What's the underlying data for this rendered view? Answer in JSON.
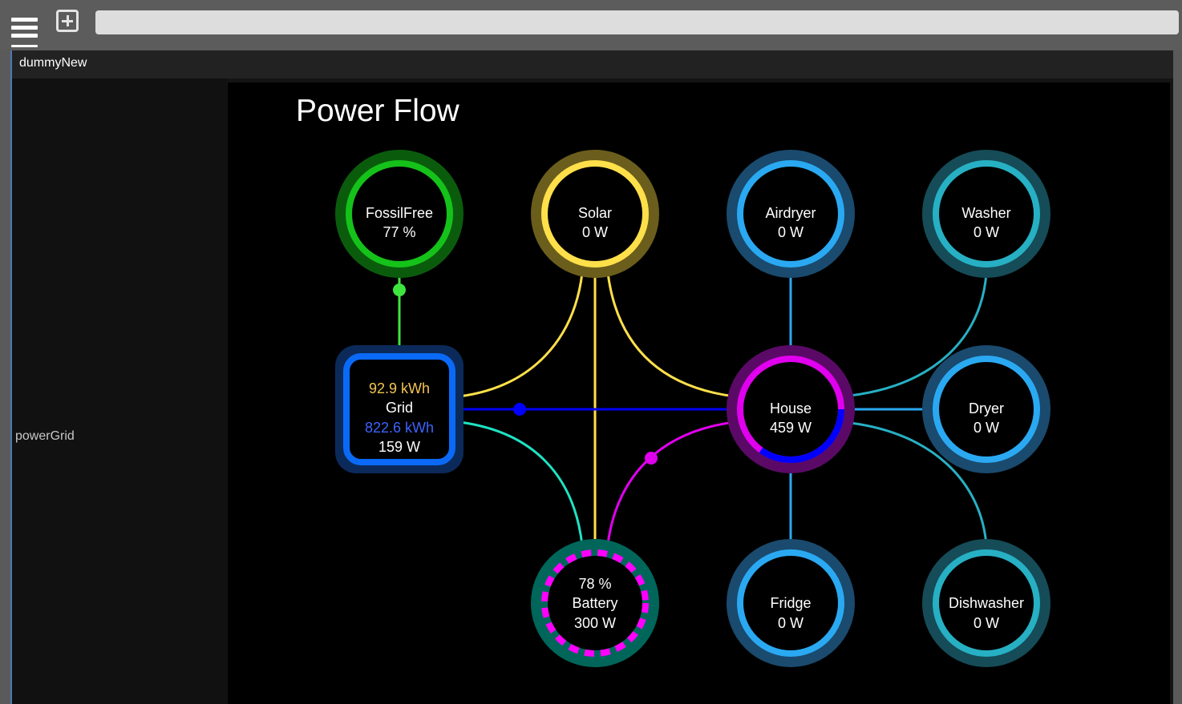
{
  "app": {
    "add_icon": "plus-square-icon",
    "menu_icon": "hamburger-menu-icon"
  },
  "url_bar": {
    "value": ""
  },
  "window": {
    "title": "dummyNew"
  },
  "sidebar": {
    "group_label": "powerGrid"
  },
  "panel": {
    "title": "Power Flow"
  },
  "colors": {
    "fossil": "#15c21a",
    "solar": "#ffe04a",
    "appliance_blue": "#2aa9f2",
    "appliance_teal": "#27b0c4",
    "grid": "#0a6af7",
    "house": "#e000ee",
    "battery_dash": "#ff00ff",
    "battery_ring": "#00665a",
    "grid_import": "#f3c452",
    "grid_export": "#3d63ff",
    "house_grid_arc": "#0000ff"
  },
  "nodes": {
    "fossilfree": {
      "label": "FossilFree",
      "value": "77 %"
    },
    "solar": {
      "label": "Solar",
      "value": "0 W"
    },
    "airdryer": {
      "label": "Airdryer",
      "value": "0 W"
    },
    "washer": {
      "label": "Washer",
      "value": "0 W"
    },
    "grid": {
      "import": "92.9 kWh",
      "label": "Grid",
      "export": "822.6 kWh",
      "value": "159 W"
    },
    "house": {
      "label": "House",
      "value": "459 W"
    },
    "dryer": {
      "label": "Dryer",
      "value": "0 W"
    },
    "battery": {
      "soc": "78 %",
      "label": "Battery",
      "value": "300 W"
    },
    "fridge": {
      "label": "Fridge",
      "value": "0 W"
    },
    "dishwasher": {
      "label": "Dishwasher",
      "value": "0 W"
    }
  }
}
